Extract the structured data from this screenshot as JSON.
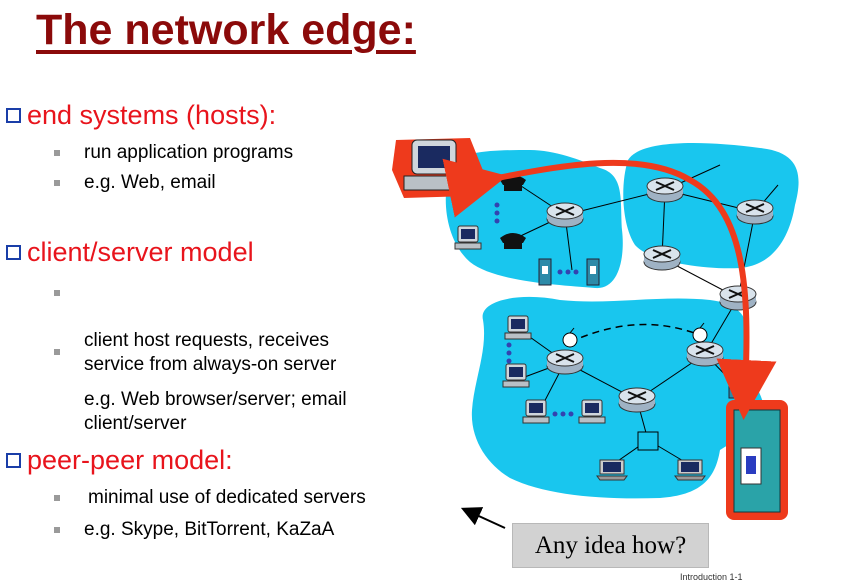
{
  "slide": {
    "title": "The network edge:",
    "sections": [
      {
        "heading": "end systems (hosts):",
        "items": [
          "run application programs",
          "e.g. Web, email"
        ]
      },
      {
        "heading": "client/server model",
        "items": [
          "client host requests, receives\nservice from always-on server",
          "e.g. Web browser/server; email\nclient/server"
        ]
      },
      {
        "heading": "peer-peer model:",
        "items": [
          "minimal use of dedicated servers",
          "e.g. Skype,  BitTorrent, KaZaA"
        ]
      }
    ],
    "callout": "Any idea how?",
    "footer": "Introduction    1-1"
  },
  "colors": {
    "title": "#8b0a0a",
    "heading": "#e8141c",
    "cloud": "#19c6ee",
    "highlight": "#ee3a1c",
    "bullet_box": "#1a3ea8",
    "callout_bg": "#d2d2d2"
  },
  "figure": {
    "icons": [
      "desktop-computer-icon",
      "router-icon",
      "telephone-icon",
      "server-icon",
      "laptop-icon",
      "wireless-antenna-icon"
    ]
  }
}
